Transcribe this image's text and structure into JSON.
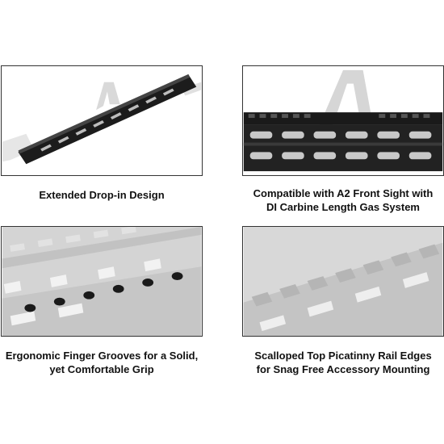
{
  "panels": [
    {
      "caption_lines": [
        "Extended Drop-in Design"
      ],
      "image": "handguard-on-rifle-side-view"
    },
    {
      "caption_lines": [
        "Compatible with A2 Front Sight with",
        "DI Carbine Length Gas System"
      ],
      "image": "handguard-with-a2-front-sight"
    },
    {
      "caption_lines": [
        "Ergonomic Finger Grooves for a Solid,",
        "yet Comfortable Grip"
      ],
      "image": "handguard-finger-grooves-closeup"
    },
    {
      "caption_lines": [
        "Scalloped Top Picatinny Rail Edges",
        "for Snag Free Accessory Mounting"
      ],
      "image": "picatinny-rail-closeup"
    }
  ],
  "colors": {
    "border": "#333333",
    "handguard_black": "#1c1c1c",
    "highlight_gray": "#cfcfcf",
    "caption_text": "#111111"
  }
}
